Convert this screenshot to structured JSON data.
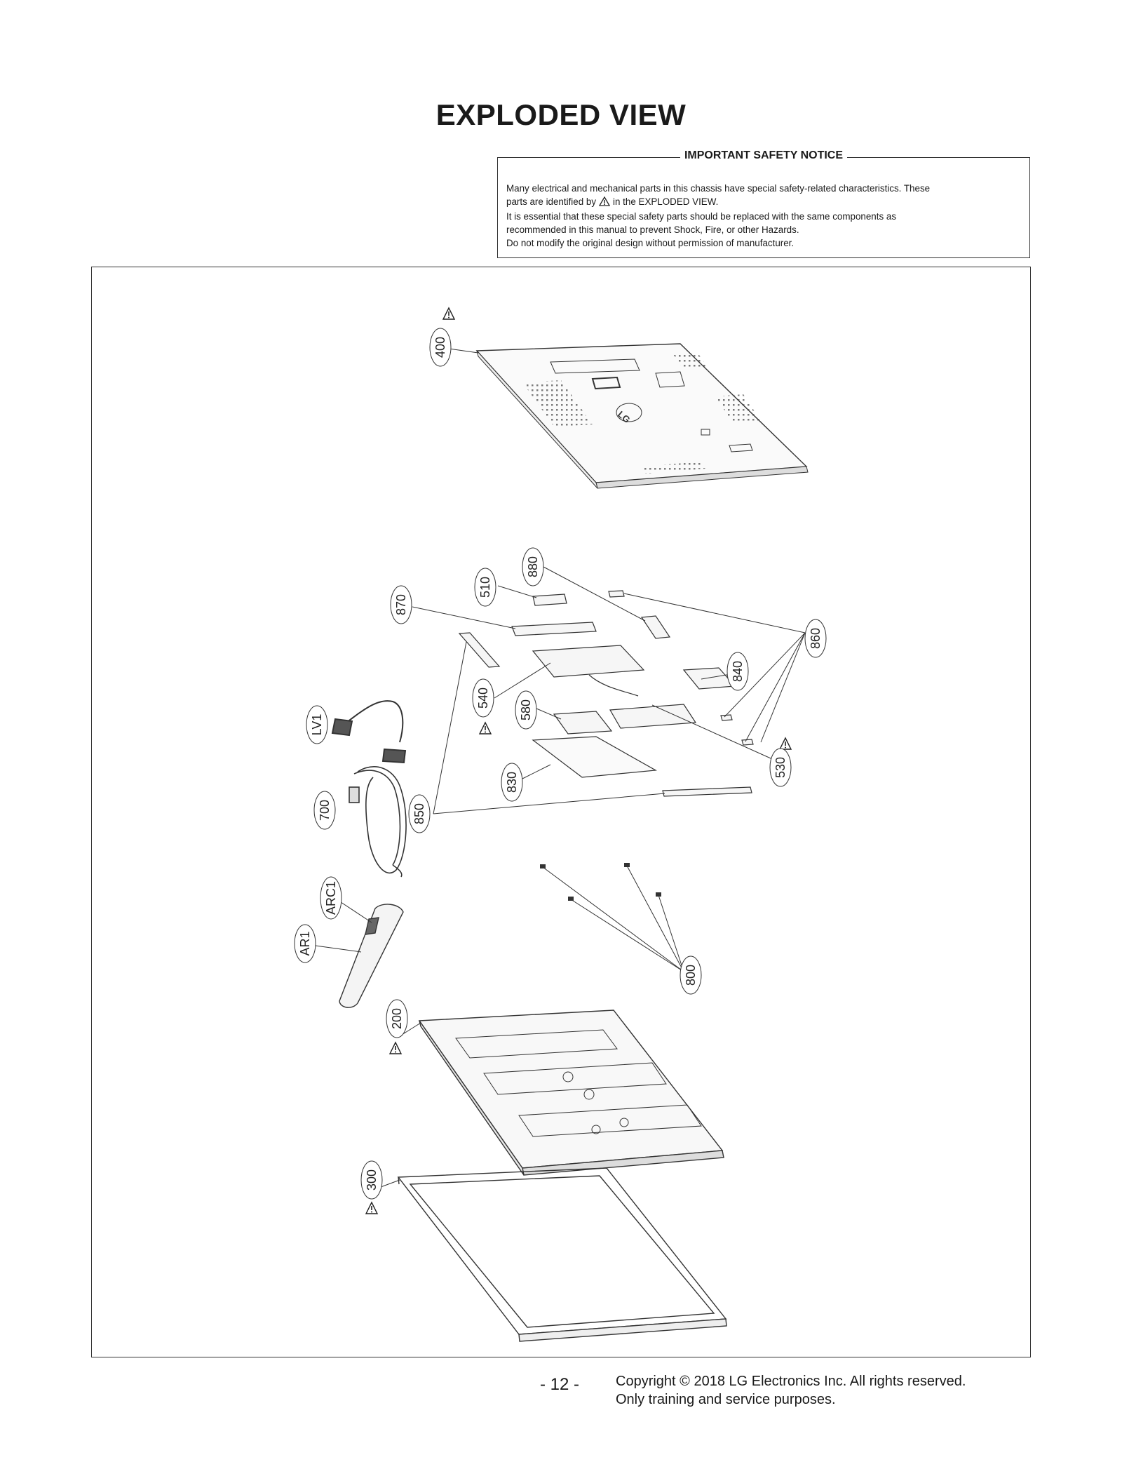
{
  "page_title": "EXPLODED VIEW",
  "notice": {
    "heading": "IMPORTANT SAFETY NOTICE",
    "line1": "Many electrical and mechanical parts in this chassis have special safety-related characteristics. These",
    "line2a": "parts are identified by",
    "line2b": "in the EXPLODED VIEW.",
    "line3": "It is essential that these special safety parts should be replaced with the same components as",
    "line4": "recommended in this manual to prevent Shock, Fire, or other Hazards.",
    "line5": "Do not modify the original design without permission of manufacturer."
  },
  "callouts": {
    "c400": "400",
    "c880": "880",
    "c510": "510",
    "c870": "870",
    "c860": "860",
    "c840": "840",
    "c540": "540",
    "c580": "580",
    "cLV1": "LV1",
    "c530": "530",
    "c830": "830",
    "c700": "700",
    "c850": "850",
    "cARC1": "ARC1",
    "cAR1": "AR1",
    "c800": "800",
    "c200": "200",
    "c300": "300"
  },
  "footer": {
    "page_number": "- 12 -",
    "copyright": "Copyright © 2018 LG Electronics Inc. All rights reserved.",
    "purpose": "Only training and service purposes."
  }
}
